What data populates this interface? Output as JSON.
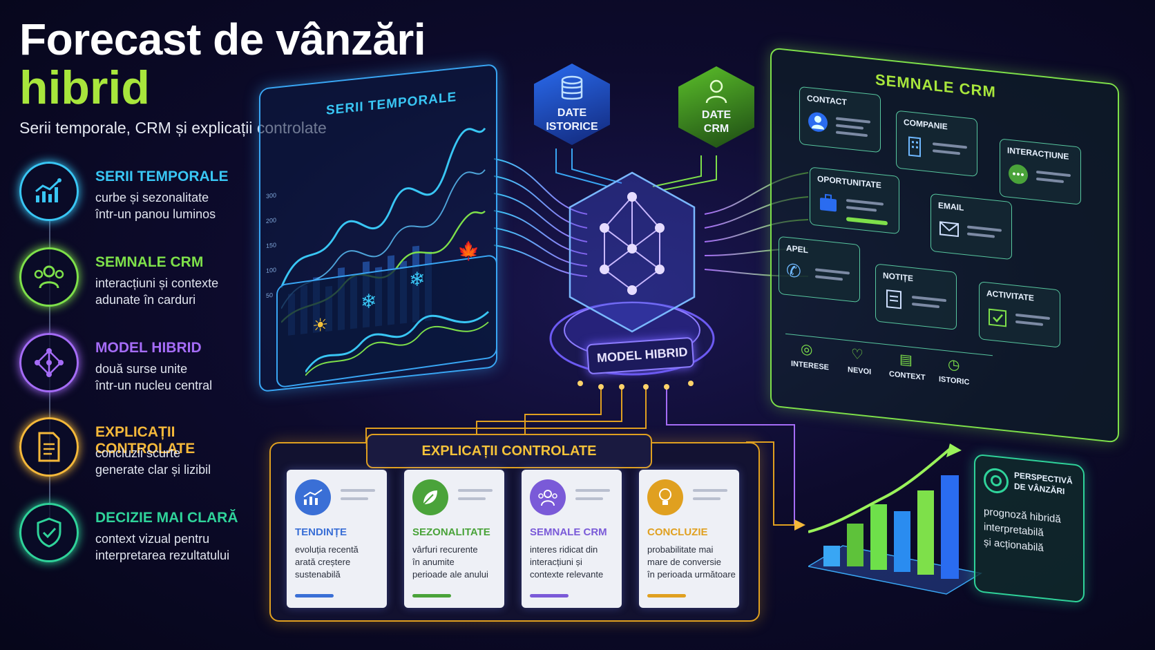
{
  "header": {
    "title_line1": "Forecast de vânzări",
    "title_line2": "hibrid",
    "subtitle": "Serii temporale, CRM și explicații controlate"
  },
  "sidebar": [
    {
      "title": "SERII TEMPORALE",
      "line1": "curbe și sezonalitate",
      "line2": "într-un panou luminos",
      "color": "#39c6f4",
      "icon": "line-chart-icon"
    },
    {
      "title": "SEMNALE CRM",
      "line1": "interacțiuni și contexte",
      "line2": "adunate în carduri",
      "color": "#7ee04a",
      "icon": "users-icon"
    },
    {
      "title": "MODEL HIBRID",
      "line1": "două surse unite",
      "line2": "într-un nucleu central",
      "color": "#a56cf7",
      "icon": "network-icon"
    },
    {
      "title": "EXPLICAȚII CONTROLATE",
      "line1": "concluzii scurte",
      "line2": "generate clar și lizibil",
      "color": "#f4b83a",
      "icon": "document-icon"
    },
    {
      "title": "DECIZIE MAI CLARĂ",
      "line1": "context vizual pentru",
      "line2": "interpretarea rezultatului",
      "color": "#2fd39a",
      "icon": "shield-check-icon"
    }
  ],
  "series_panel": {
    "title": "SERII TEMPORALE",
    "ticks": [
      "300",
      "200",
      "150",
      "100",
      "50"
    ]
  },
  "sources": {
    "historic": {
      "line1": "DATE",
      "line2": "ISTORICE"
    },
    "crm": {
      "line1": "DATE",
      "line2": "CRM"
    }
  },
  "core": {
    "label": "MODEL HIBRID"
  },
  "crm_panel": {
    "title": "SEMNALE CRM",
    "cards": {
      "contact": "CONTACT",
      "companie": "COMPANIE",
      "interactiune": "INTERACȚIUNE",
      "oportunitate": "OPORTUNITATE",
      "email": "EMAIL",
      "apel": "APEL",
      "notite": "NOTIȚE",
      "activitate": "ACTIVITATE"
    },
    "footer": [
      "INTERESE",
      "NEVOI",
      "CONTEXT",
      "ISTORIC"
    ]
  },
  "explanations": {
    "title": "EXPLICAȚII CONTROLATE",
    "docs": [
      {
        "title": "TENDINȚE",
        "l1": "evoluția recentă",
        "l2": "arată creștere",
        "l3": "sustenabilă",
        "color": "#3a6fd6"
      },
      {
        "title": "SEZONALITATE",
        "l1": "vârfuri recurente",
        "l2": "în anumite",
        "l3": "perioade ale anului",
        "color": "#4aa33a"
      },
      {
        "title": "SEMNALE CRM",
        "l1": "interes ridicat din",
        "l2": "interacțiuni și",
        "l3": "contexte relevante",
        "color": "#7a5ad8"
      },
      {
        "title": "CONCLUZIE",
        "l1": "probabilitate mai",
        "l2": "mare de conversie",
        "l3": "în perioada următoare",
        "color": "#e0a020"
      }
    ]
  },
  "outlook": {
    "title_l1": "PERSPECTIVĂ",
    "title_l2": "DE VÂNZĂRI",
    "text_l1": "prognoză hibridă",
    "text_l2": "interpretabilă",
    "text_l3": "și acționabilă"
  }
}
